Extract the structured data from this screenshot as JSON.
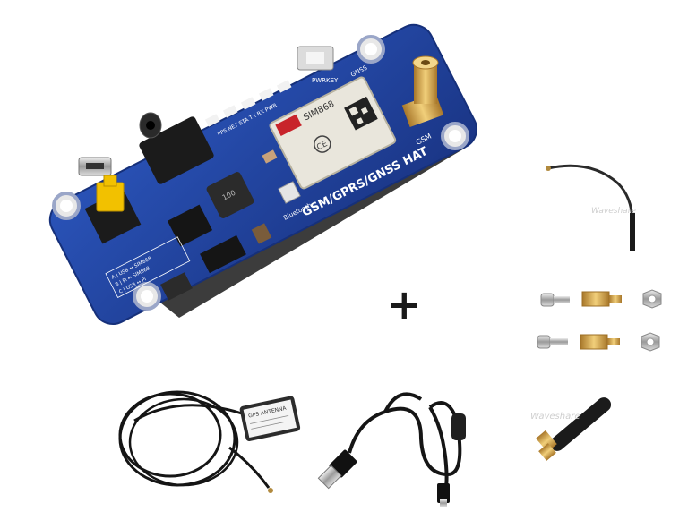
{
  "board": {
    "title": "GSM/GPRS/GNSS HAT",
    "module_name": "SIM868",
    "bluetooth_label": "Bluetooth",
    "pwrkey_label": "PWRKEY",
    "gnss_label": "GNSS",
    "gsm_label": "GSM",
    "led_labels": "PPS NET STA TX RX PWR",
    "inductor_label": "100",
    "usb_table_row_a": "A | USB ↔ SIM868",
    "usb_table_row_b": "B | Pi ↔ SIM868",
    "usb_table_row_c": "C | USB ↔ Pi"
  },
  "gps_antenna_label": "GPS ANTENNA",
  "watermark": "Waveshare",
  "plus_sign": "+",
  "colors": {
    "pcb_blue": "#1f3f9a",
    "gold": "#d9a441",
    "cable_black": "#151515"
  }
}
